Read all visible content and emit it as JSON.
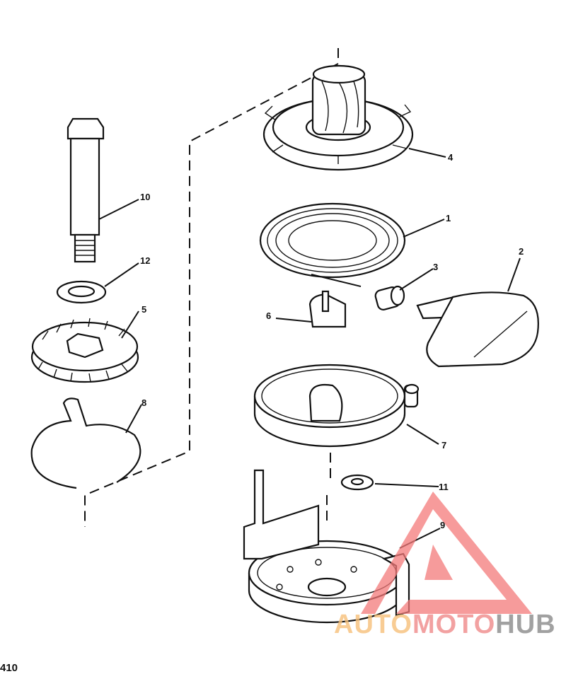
{
  "diagram": {
    "figure_number": "410",
    "callouts": [
      {
        "id": "4",
        "label": "4"
      },
      {
        "id": "10",
        "label": "10"
      },
      {
        "id": "1",
        "label": "1"
      },
      {
        "id": "2",
        "label": "2"
      },
      {
        "id": "3",
        "label": "3"
      },
      {
        "id": "12",
        "label": "12"
      },
      {
        "id": "6",
        "label": "6"
      },
      {
        "id": "5",
        "label": "5"
      },
      {
        "id": "8",
        "label": "8"
      },
      {
        "id": "7",
        "label": "7"
      },
      {
        "id": "11",
        "label": "11"
      },
      {
        "id": "9",
        "label": "9"
      }
    ]
  },
  "watermark": {
    "part1": "AUTO",
    "part2": "MOTO",
    "part3": "HUB",
    "colors": {
      "auto": "#f7c07a",
      "moto": "#f08a8a",
      "hub": "#8a8a8a",
      "logo": "#f47a7a"
    }
  }
}
